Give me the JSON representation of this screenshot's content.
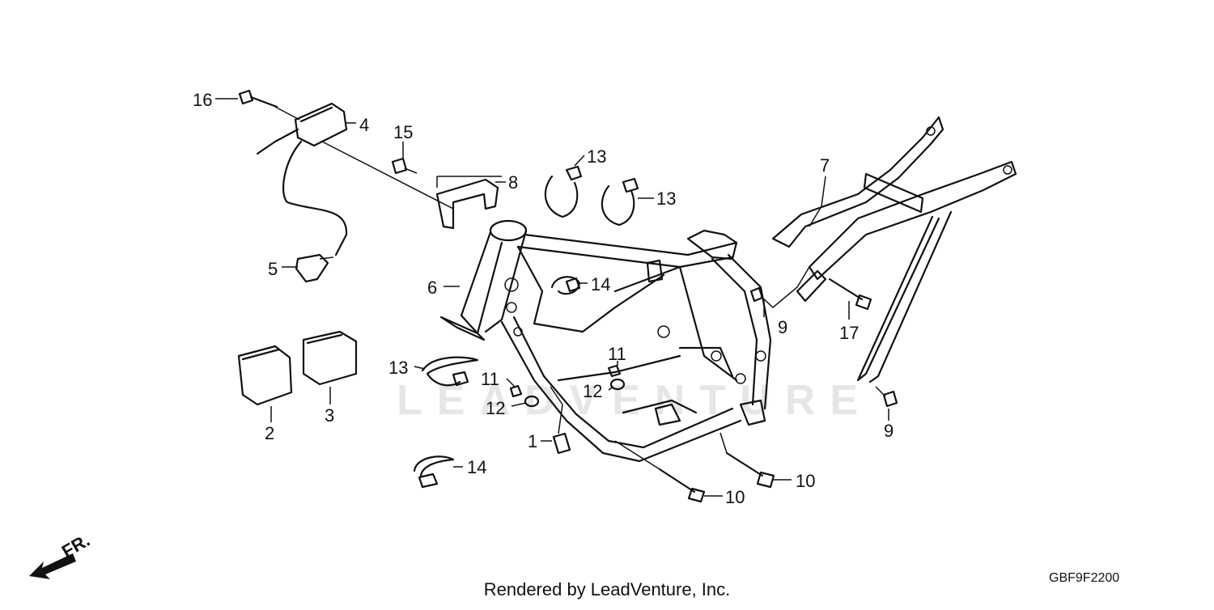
{
  "diagram": {
    "footer": "Rendered by LeadVenture, Inc.",
    "diagram_code": "GBF9F2200",
    "direction_label": "FR.",
    "watermark": "LEADVENTURE",
    "callouts": [
      "1",
      "2",
      "3",
      "4",
      "5",
      "6",
      "7",
      "8",
      "9",
      "9",
      "10",
      "10",
      "11",
      "11",
      "12",
      "12",
      "13",
      "13",
      "13",
      "14",
      "14",
      "15",
      "16",
      "17"
    ]
  }
}
